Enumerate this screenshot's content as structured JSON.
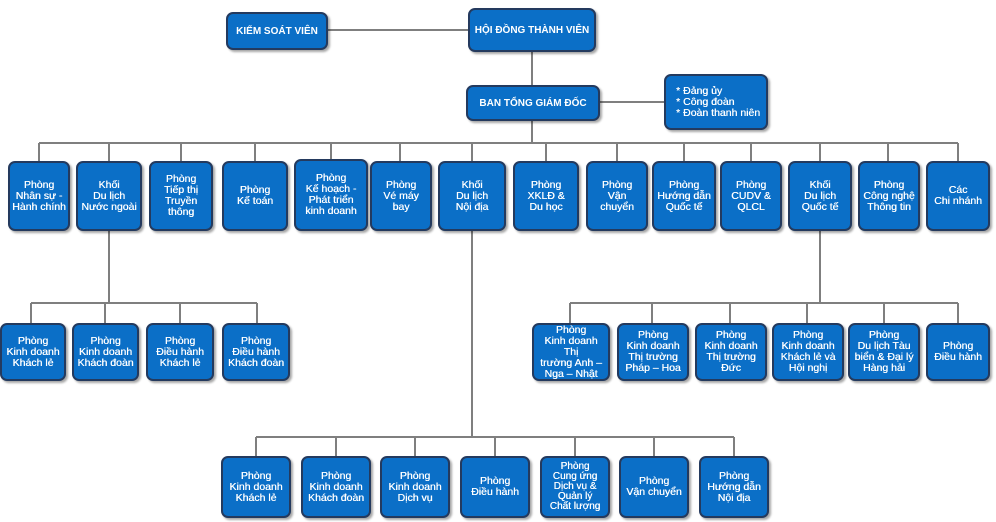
{
  "top": {
    "kiem_soat_vien": "KIỂM SOÁT VIÊN",
    "hoi_dong": "HỘI ĐỒNG THÀNH VIÊN",
    "ban_giam_doc": "BAN TỔNG GIÁM ĐỐC",
    "notes": "* Đảng ủy\n* Công đoàn\n* Đoàn thanh niên"
  },
  "departments": [
    "Phòng\nNhân sự -\nHành chính",
    "Khối\nDu lịch\nNước ngoài",
    "Phòng\nTiếp thị\nTruyền thông",
    "Phòng\nKế toán",
    "Phòng\nKế hoạch -\nPhát triển\nkinh doanh",
    "Phòng\nVé máy bay",
    "Khối\nDu lịch\nNội địa",
    "Phòng\nXKLĐ &\nDu học",
    "Phòng\nVận chuyển",
    "Phòng\nHướng dẫn\nQuốc tế",
    "Phòng\nCUDV &\nQLCL",
    "Khối\nDu lịch\nQuốc tế",
    "Phòng\nCông nghệ\nThông tin",
    "Các\nChi nhánh"
  ],
  "nuoc_ngoai_units": [
    "Phòng\nKinh doanh\nKhách lẻ",
    "Phòng\nKinh doanh\nKhách đoàn",
    "Phòng\nĐiều hành\nKhách lẻ",
    "Phòng\nĐiều hành\nKhách đoàn"
  ],
  "quoc_te_units": [
    "Phòng\nKinh doanh Thị\ntrường Anh –\nNga – Nhật",
    "Phòng\nKinh doanh\nThị trường\nPháp – Hoa",
    "Phòng\nKinh doanh\nThị trường\nĐức",
    "Phòng\nKinh doanh\nKhách lẻ và\nHội nghị",
    "Phòng\nDu lịch Tàu\nbiển & Đại lý\nHàng hải",
    "Phòng\nĐiều hành"
  ],
  "noi_dia_units": [
    "Phòng\nKinh doanh\nKhách lẻ",
    "Phòng\nKinh doanh\nKhách đoàn",
    "Phòng\nKinh doanh\nDịch vụ",
    "Phòng\nĐiều hành",
    "Phòng\nCung ứng\nDịch vụ &\nQuản lý\nChất lượng",
    "Phòng\nVận chuyển",
    "Phòng\nHướng dẫn\nNội địa"
  ],
  "colors": {
    "box_fill": "#0b6fc7",
    "box_border": "#243a5e",
    "line": "#7f7f7f"
  }
}
